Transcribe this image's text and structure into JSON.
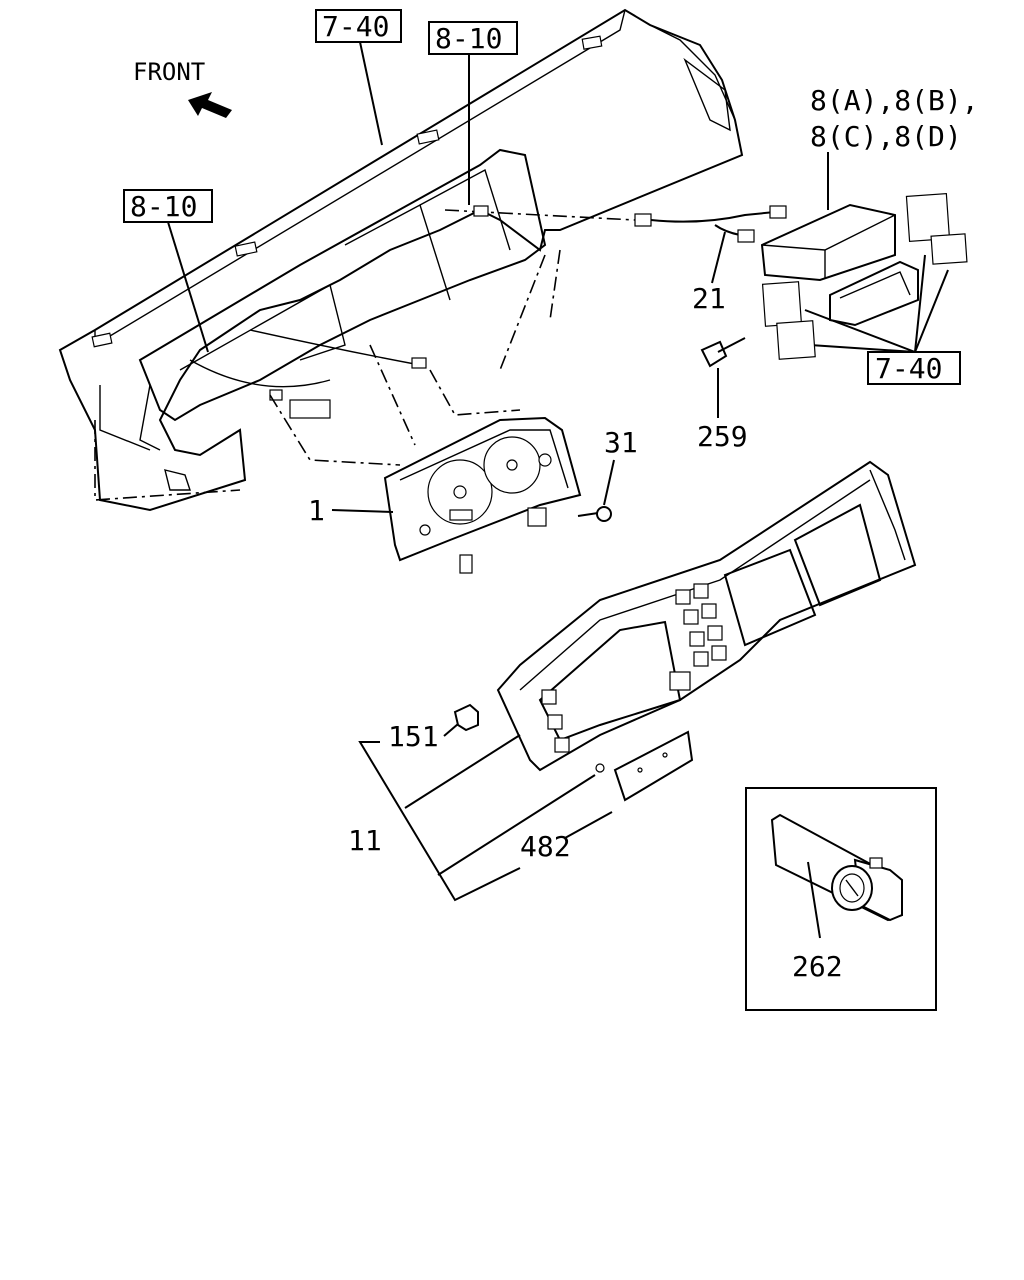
{
  "direction_label": "FRONT",
  "ref_boxes": {
    "top_center": "7-40",
    "top_right": "8-10",
    "left": "8-10",
    "right": "7-40"
  },
  "callouts": {
    "module_line1": "8(A),8(B),",
    "module_line2": "8(C),8(D)",
    "harness": "21",
    "screw_259": "259",
    "screw_31": "31",
    "meter": "1",
    "clip": "151",
    "cluster_panel": "11",
    "plate": "482",
    "inset_part": "262"
  }
}
